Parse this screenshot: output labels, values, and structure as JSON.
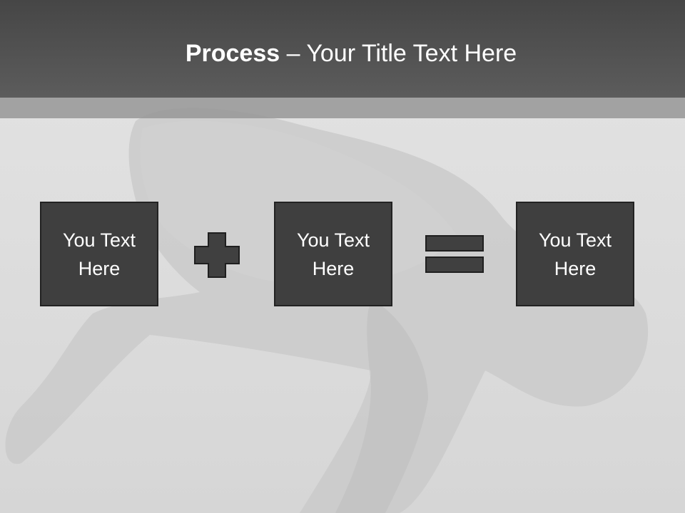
{
  "slide": {
    "title_bold": "Process",
    "title_separator": " – ",
    "title_rest": "Your Title Text Here"
  },
  "process": {
    "boxes": [
      {
        "line1": "You Text",
        "line2": "Here"
      },
      {
        "line1": "You Text",
        "line2": "Here"
      },
      {
        "line1": "You Text",
        "line2": "Here"
      }
    ],
    "operators": [
      "plus-icon",
      "equals-icon"
    ]
  },
  "colors": {
    "title_bar": "#505050",
    "box_fill": "#3f3f3f",
    "box_border": "#222222",
    "operator_fill": "#404040",
    "background": "#dedede"
  }
}
